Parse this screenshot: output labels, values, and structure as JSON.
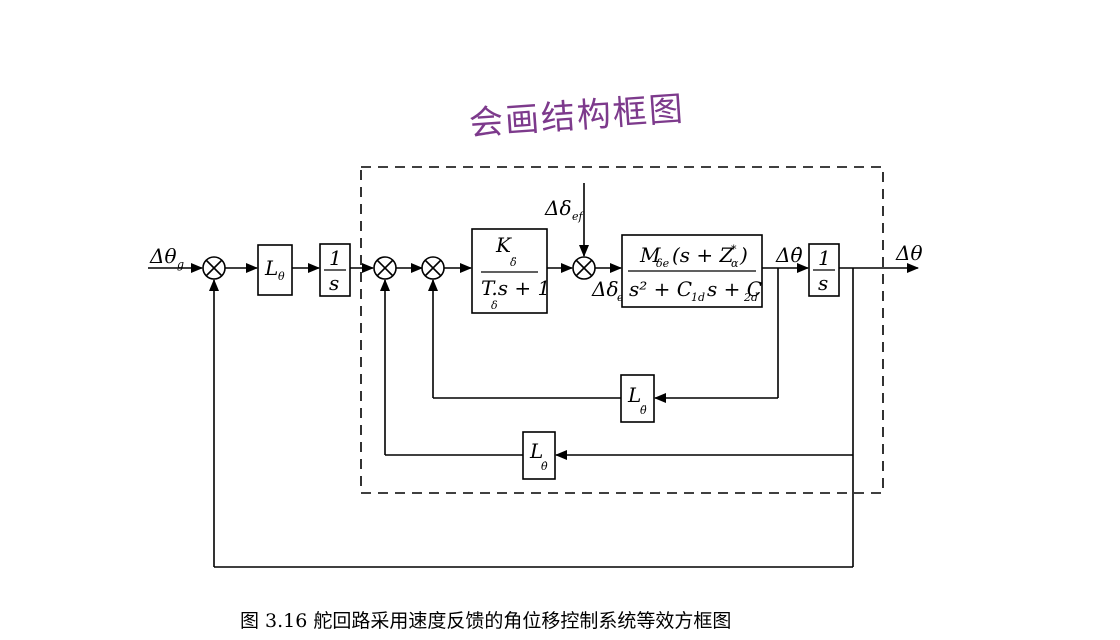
{
  "annotation": "会画结构框图",
  "caption": "图 3.16  舵回路采用速度反馈的角位移控制系统等效方框图",
  "signals": {
    "input": "Δθ",
    "input_sub": "g",
    "disturbance": "Δδ",
    "disturbance_sub": "ef",
    "elevator": "Δδ",
    "elevator_sub": "e",
    "rate_out": "Δθ̇",
    "output": "Δθ"
  },
  "blocks": {
    "L_theta": {
      "main": "L",
      "sub": "θ"
    },
    "integrator1": {
      "num": "1",
      "den": "s"
    },
    "servo": {
      "num": "K",
      "num_sub": "δ̈",
      "den": "T.s + 1",
      "den_sub": "δ"
    },
    "plant": {
      "num": "M",
      "num_sub": "δe",
      "num_rest": "(s + Z",
      "num_sup": "*",
      "num_sub2": "α",
      "num_close": ")",
      "den": "s² + C",
      "den_sub1": "1d",
      "den_mid": "s + C",
      "den_sub2": "2d"
    },
    "integrator2": {
      "num": "1",
      "den": "s"
    },
    "L_theta_ddot": {
      "main": "L",
      "sub": "θ̈"
    },
    "L_theta_dot": {
      "main": "L",
      "sub": "θ̇"
    }
  }
}
